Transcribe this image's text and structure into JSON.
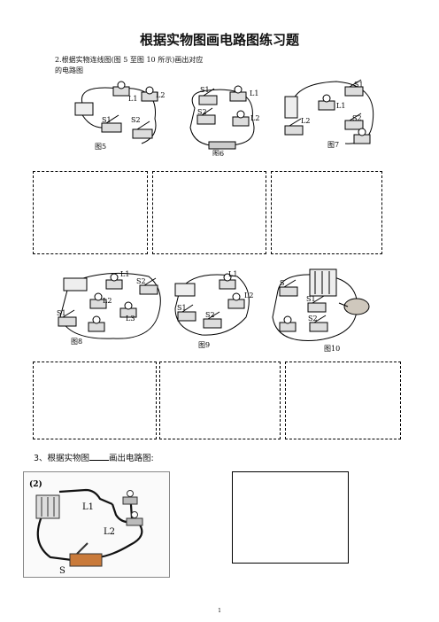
{
  "title": "根据实物图画电路图练习题",
  "instruction": {
    "line1": "2.根据实物连线图(图 5 至图 10 所示)画出对应",
    "line2": "的电路图"
  },
  "figures": {
    "fig5": "图5",
    "fig6": "图6",
    "fig7": "图7",
    "fig8": "图8",
    "fig9": "图9",
    "fig10": "图10"
  },
  "labels": {
    "L1": "L1",
    "L2": "L2",
    "L3": "L3",
    "S": "S",
    "S1": "S1",
    "S2": "S2"
  },
  "question3": {
    "prefix": "3、根据实物图",
    "suffix": "画出电路图:"
  },
  "photo": {
    "number": "(2)",
    "L1": "L1",
    "L2": "L2",
    "S": "S"
  },
  "page_number": "1"
}
